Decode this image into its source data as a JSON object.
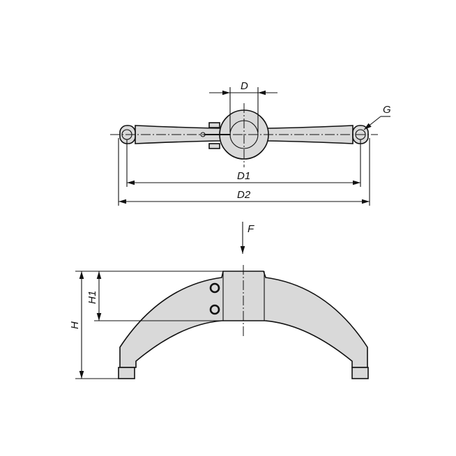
{
  "drawing": {
    "top_view": {
      "labels": {
        "bore": "D",
        "eye_spacing": "D1",
        "overall_diameter": "D2",
        "thread": "G"
      }
    },
    "side_view": {
      "labels": {
        "force": "F",
        "total_height": "H",
        "hub_height": "H1"
      }
    },
    "colors": {
      "part_fill": "#d9d9d9",
      "line": "#111111"
    }
  }
}
